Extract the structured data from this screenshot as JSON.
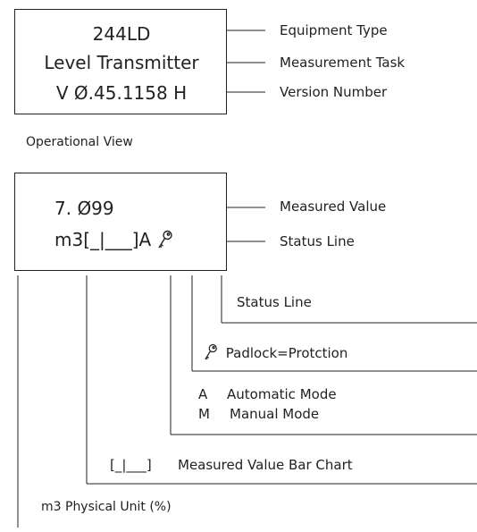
{
  "display1": {
    "line1": "244LD",
    "line2": "Level Transmitter",
    "line3": "V Ø.45.1158 H"
  },
  "callouts1": {
    "equipment_type": "Equipment Type",
    "measurement_task": "Measurement Task",
    "version_number": "Version Number"
  },
  "section_title": "Operational View",
  "display2": {
    "value": "7. Ø99",
    "status": "m3[_|___]A"
  },
  "callouts2": {
    "measured_value": "Measured Value",
    "status_line": "Status Line"
  },
  "legend": {
    "status_line": "Status Line",
    "padlock": "Padlock=Protction",
    "auto_letter": "A",
    "auto_text": "Automatic Mode",
    "manual_letter": "M",
    "manual_text": "Manual Mode",
    "bar_symbol": "[_|___]",
    "bar_text": "Measured Value Bar Chart",
    "unit": "m3  Physical Unit (%)"
  },
  "icons": {
    "padlock": "key-icon"
  }
}
